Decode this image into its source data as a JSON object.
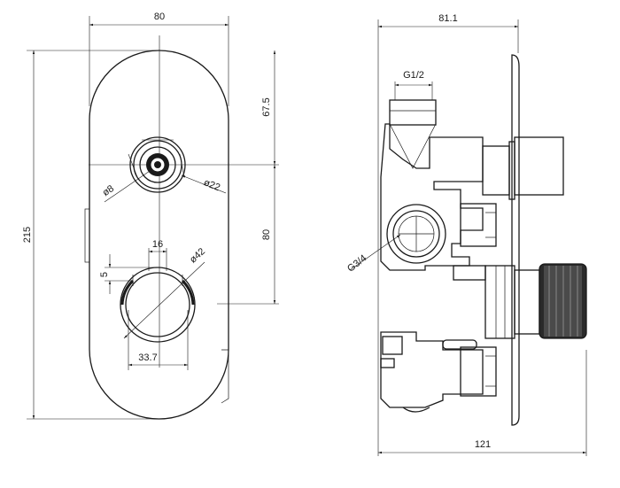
{
  "front_view": {
    "width_label": "80",
    "height_label": "215",
    "upper_offset_label": "67.5",
    "lower_offset_label": "80",
    "knob_spacing_label": "16",
    "small_offset_label": "5",
    "knob_diameter_label": "ø42",
    "knob_width_label": "33.7",
    "diverter_small_label": "ø8",
    "diverter_large_label": "ø22"
  },
  "side_view": {
    "depth_label": "81.1",
    "total_depth_label": "121",
    "thread_small_label": "G1/2",
    "thread_large_label": "G3/4"
  }
}
